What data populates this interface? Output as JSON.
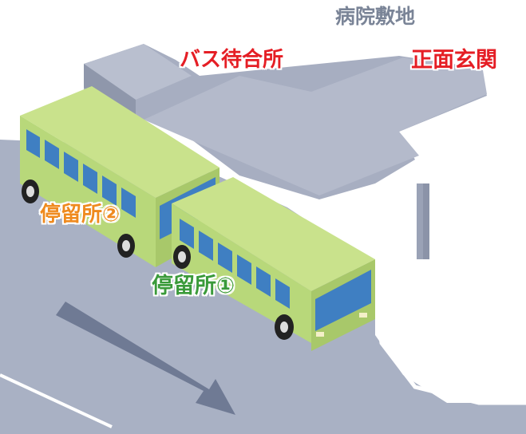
{
  "labels": {
    "site": "病院敷地",
    "bus_waiting_area": "バス待合所",
    "main_entrance": "正面玄関",
    "stop_2": "停留所②",
    "stop_1": "停留所①"
  },
  "colors": {
    "site_text": "#7a8497",
    "waiting_text": "#e51e25",
    "entrance_text": "#e51e25",
    "stop_2_text": "#ef8a1e",
    "stop_1_text": "#3a9a3a",
    "road": "#a9b1c4",
    "building": "#a7aec1",
    "bus_body": "#b8d87a",
    "bus_window": "#3f7fc2",
    "arrow": "#6f7a94"
  }
}
